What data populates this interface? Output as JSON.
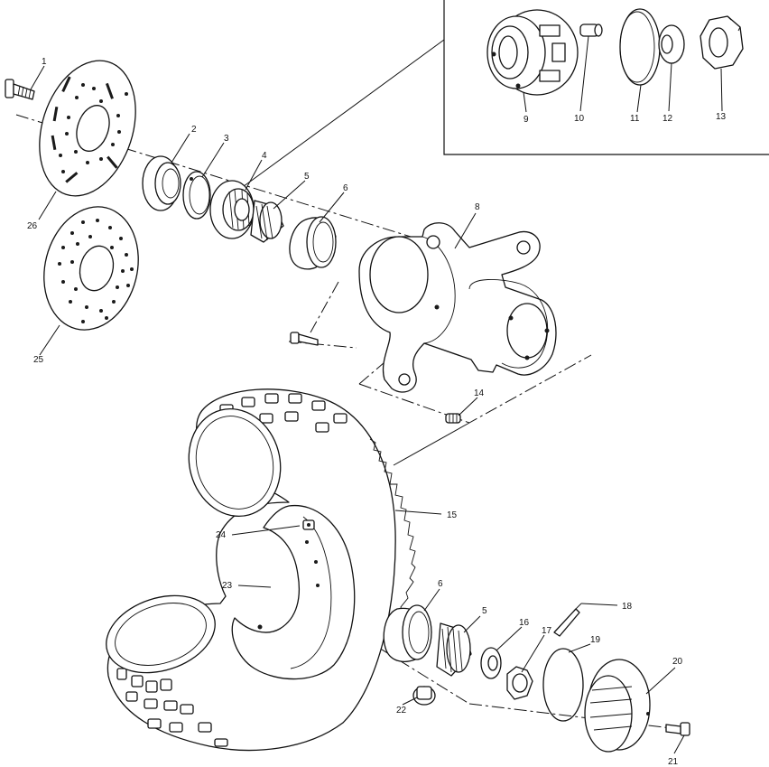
{
  "diagram": {
    "callouts": {
      "c1": "1",
      "c2": "2",
      "c3": "3",
      "c4": "4",
      "c5": "5",
      "c6": "6",
      "c8": "8",
      "c9": "9",
      "c10": "10",
      "c11": "11",
      "c12": "12",
      "c13": "13",
      "c14": "14",
      "c15": "15",
      "c16": "16",
      "c17": "17",
      "c18": "18",
      "c19": "19",
      "c20": "20",
      "c21": "21",
      "c22": "22",
      "c23": "23",
      "c24": "24",
      "c25": "25",
      "c26": "26",
      "c5b": "5",
      "c6b": "6"
    }
  }
}
